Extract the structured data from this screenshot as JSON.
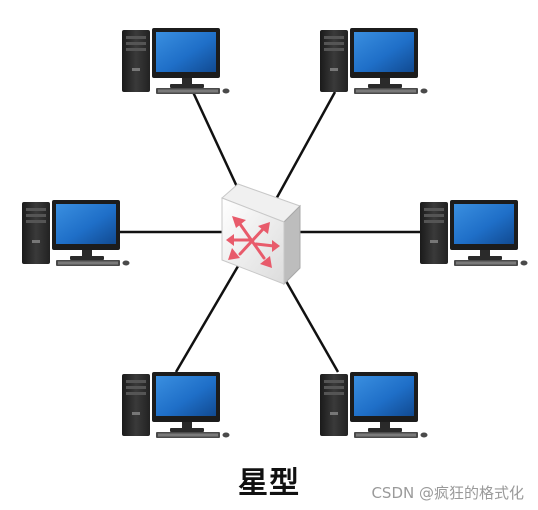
{
  "diagram": {
    "topology_label": "星型",
    "hub": {
      "icon": "network-switch-icon"
    },
    "nodes": [
      {
        "name": "computer-top-left",
        "icon": "desktop-computer-icon"
      },
      {
        "name": "computer-top-right",
        "icon": "desktop-computer-icon"
      },
      {
        "name": "computer-middle-left",
        "icon": "desktop-computer-icon"
      },
      {
        "name": "computer-middle-right",
        "icon": "desktop-computer-icon"
      },
      {
        "name": "computer-bottom-left",
        "icon": "desktop-computer-icon"
      },
      {
        "name": "computer-bottom-right",
        "icon": "desktop-computer-icon"
      }
    ],
    "colors": {
      "screen": "#1f6fc8",
      "tower": "#2c2c2c",
      "switch_arrows": "#e85b6b",
      "link": "#111111"
    }
  },
  "watermark": "CSDN @疯狂的格式化"
}
